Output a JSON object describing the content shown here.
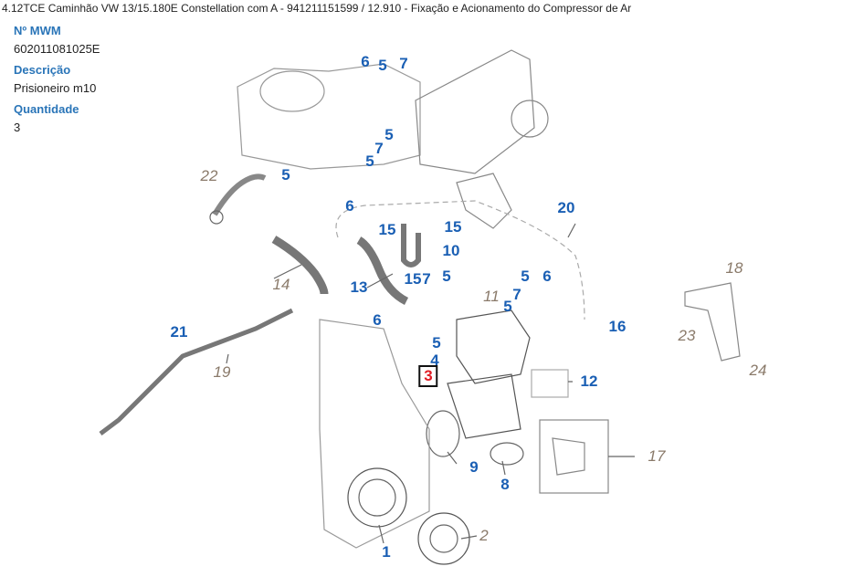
{
  "header": {
    "title": "4.12TCE Caminhão VW 13/15.180E Constellation com A - 941211151599  /  12.910 - Fixação e Acionamento do Compressor de Ar"
  },
  "details": {
    "mwm_label": "Nº MWM",
    "mwm_value": "602011081025E",
    "desc_label": "Descrição",
    "desc_value": "Prisioneiro m10",
    "qty_label": "Quantidade",
    "qty_value": "3"
  },
  "colors": {
    "callout": "#1a5fb4",
    "other": "#8a7a6a",
    "selected": "#e01b24",
    "label": "#2a75b8"
  },
  "callouts": [
    "6",
    "5",
    "7",
    "5",
    "22",
    "5",
    "7",
    "5",
    "6",
    "15",
    "15",
    "10",
    "20",
    "14",
    "13",
    "15",
    "7",
    "5",
    "11",
    "5",
    "6",
    "7",
    "5",
    "18",
    "6",
    "16",
    "21",
    "5",
    "4",
    "3",
    "12",
    "23",
    "24",
    "19",
    "17",
    "9",
    "8",
    "2",
    "1"
  ]
}
